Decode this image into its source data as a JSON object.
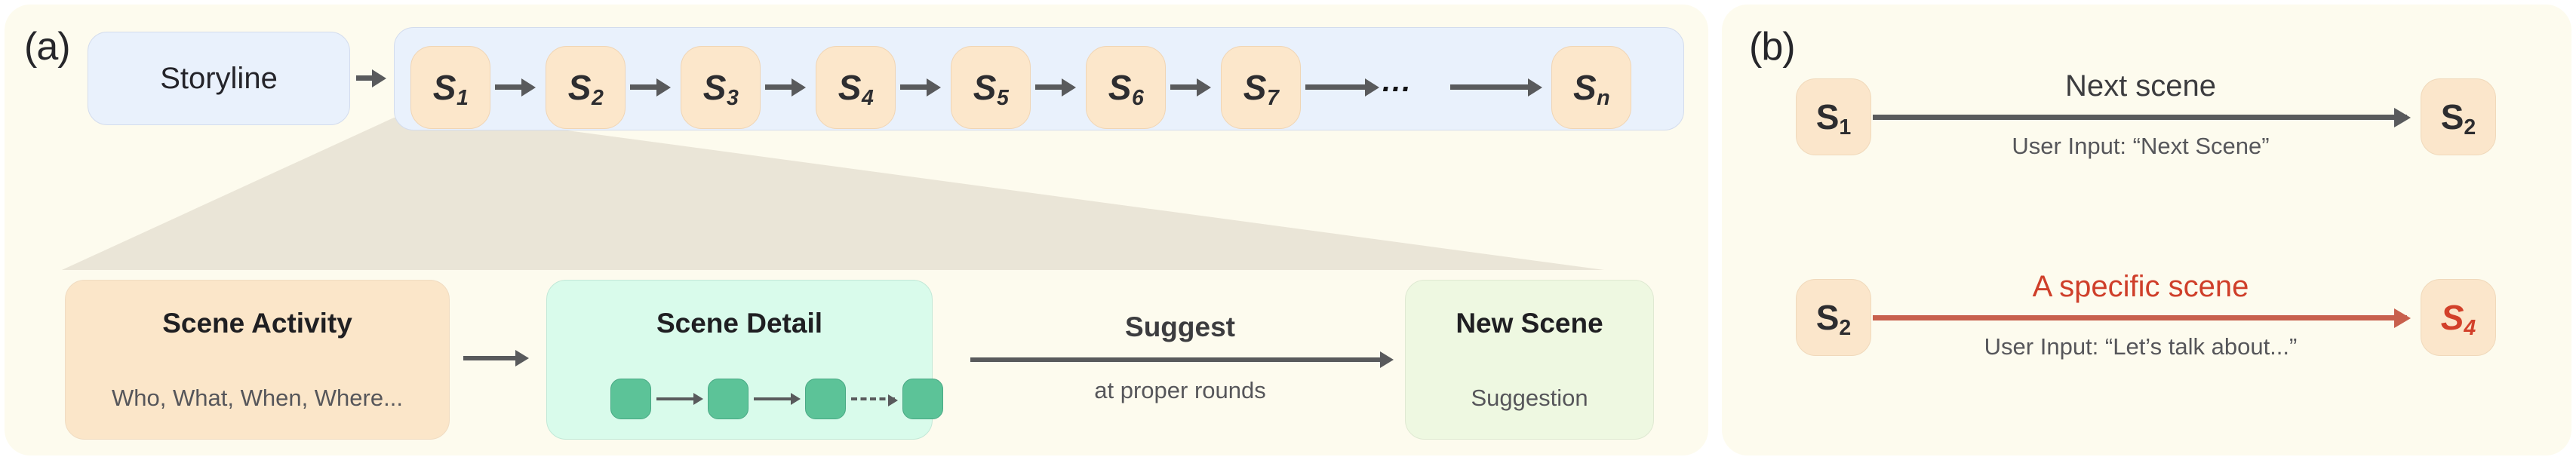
{
  "figure": {
    "panels": [
      {
        "id": "a",
        "label": "(a)"
      },
      {
        "id": "b",
        "label": "(b)"
      }
    ]
  },
  "panel_a": {
    "label": "(a)",
    "storyline": {
      "label": "Storyline"
    },
    "scene_chain": {
      "scenes": [
        {
          "base": "S",
          "sub": "1"
        },
        {
          "base": "S",
          "sub": "2"
        },
        {
          "base": "S",
          "sub": "3"
        },
        {
          "base": "S",
          "sub": "4"
        },
        {
          "base": "S",
          "sub": "5"
        },
        {
          "base": "S",
          "sub": "6"
        },
        {
          "base": "S",
          "sub": "7"
        },
        {
          "base": "S",
          "sub": "n"
        }
      ],
      "ellipsis": "..."
    },
    "detail_row": {
      "scene_activity": {
        "title": "Scene Activity",
        "subtitle": "Who, What, When, Where..."
      },
      "scene_detail": {
        "title": "Scene Detail",
        "node_count": 4
      },
      "suggest": {
        "title": "Suggest",
        "subtitle": "at proper rounds"
      },
      "new_scene": {
        "title": "New Scene",
        "subtitle": "Suggestion"
      }
    }
  },
  "panel_b": {
    "label": "(b)",
    "transitions": [
      {
        "from": {
          "base": "S",
          "sub": "1"
        },
        "to": {
          "base": "S",
          "sub": "2"
        },
        "above_label": "Next scene",
        "below_label": "User Input: “Next Scene”",
        "accent": false
      },
      {
        "from": {
          "base": "S",
          "sub": "2"
        },
        "to": {
          "base": "S",
          "sub": "4"
        },
        "above_label": "A specific scene",
        "below_label": "User Input: “Let’s talk about...”",
        "accent": true
      }
    ]
  },
  "colors": {
    "panel_background": "#fdfbee",
    "blue_container": "#e9f1fc",
    "scene_pill": "#fce7cb",
    "scene_activity": "#fbe6c9",
    "scene_detail": "#d9fbeb",
    "new_scene": "#eef8e1",
    "mini_node": "#5cc398",
    "arrow_dark": "#595a5c",
    "accent_red": "#cf3f2a",
    "accent_red_arrow": "#c8604d",
    "funnel_fill": "#ded6c8"
  }
}
